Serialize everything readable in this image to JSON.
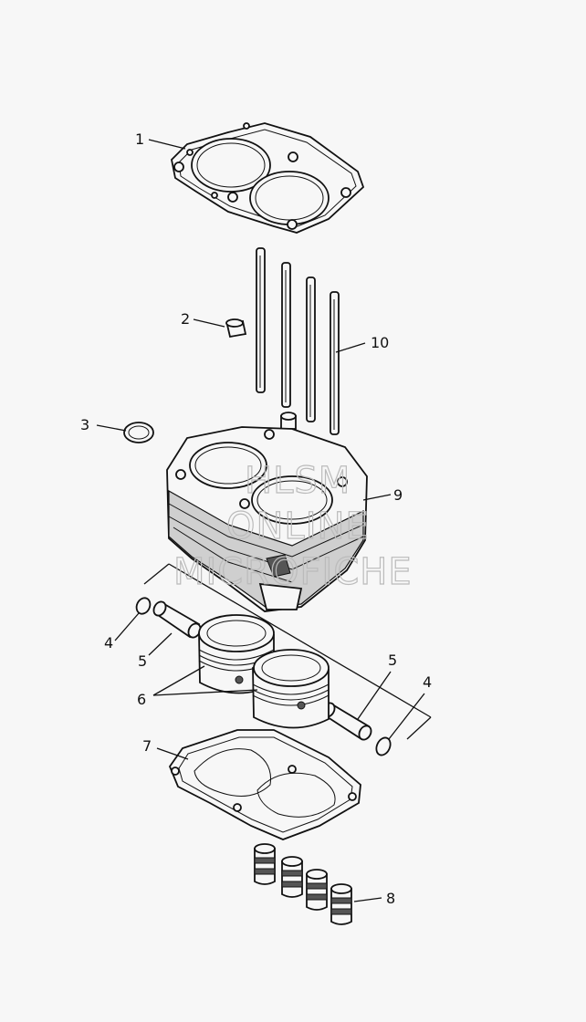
{
  "callouts": {
    "c1": "1",
    "c2": "2",
    "c3": "3",
    "c4a": "4",
    "c4b": "4",
    "c5a": "5",
    "c5b": "5",
    "c6": "6",
    "c7": "7",
    "c8": "8",
    "c9": "9",
    "c10": "10"
  },
  "watermark": {
    "line1": "HLSM",
    "line2": "ONLINE",
    "line3": "MICROFICHE"
  },
  "colors": {
    "background": "#f7f7f7",
    "ink": "#111111",
    "watermark": "#bbbbbb"
  }
}
